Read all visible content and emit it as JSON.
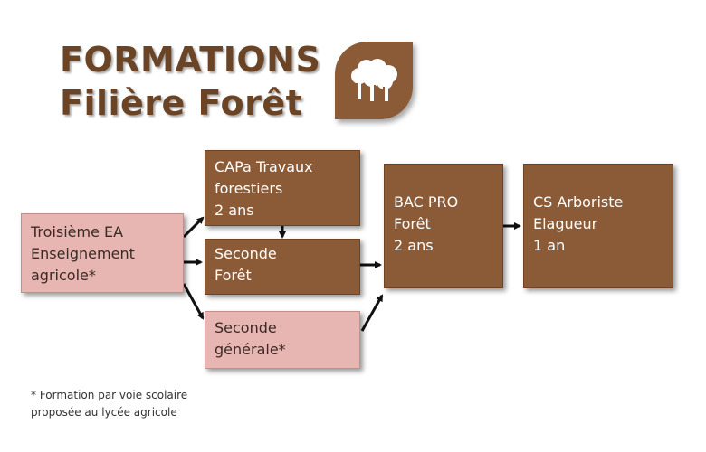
{
  "header": {
    "title_line1": "FORMATIONS",
    "title_line2": "Filière Forêt",
    "icon": "trees-icon"
  },
  "boxes": {
    "troisieme": [
      "Troisième EA",
      "Enseignement",
      "agricole*"
    ],
    "capa": [
      "CAPa Travaux",
      "forestiers",
      "2 ans"
    ],
    "seconde_foret": [
      "Seconde",
      "Forêt"
    ],
    "seconde_generale": [
      "Seconde",
      "générale*"
    ],
    "bac_pro": [
      "BAC PRO",
      "Forêt",
      "2 ans"
    ],
    "cs_arboriste": [
      "CS Arboriste",
      "Elagueur",
      "1 an"
    ]
  },
  "footnote": {
    "line1": "* Formation par voie scolaire",
    "line2": "proposée au lycée agricole"
  },
  "colors": {
    "brown": "#8b5a36",
    "pink": "#e7b6b2",
    "title": "#6b4425"
  }
}
